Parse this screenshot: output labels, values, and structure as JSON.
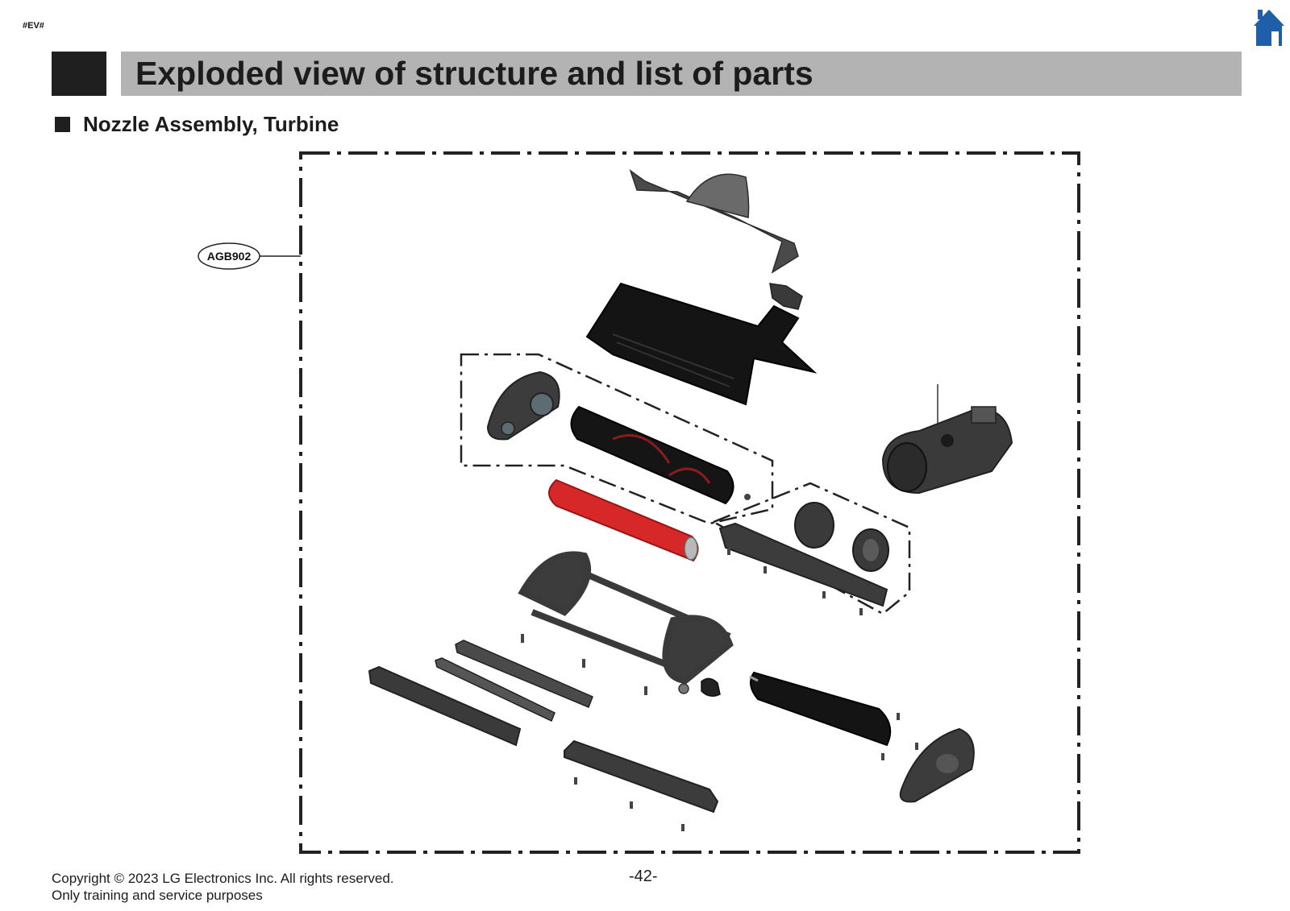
{
  "doc_code": "#EV#",
  "nav": {
    "home_icon": "home-icon"
  },
  "header": {
    "title": "Exploded view of structure and list of parts"
  },
  "section": {
    "title": "Nozzle Assembly, Turbine"
  },
  "diagram": {
    "assembly_code": "AGB902"
  },
  "footer": {
    "copyright_line1": "Copyright © 2023 LG Electronics Inc. All rights reserved.",
    "copyright_line2": "Only training and service purposes",
    "page_number": "-42-"
  },
  "colors": {
    "header_bar": "#b3b3b3",
    "header_block": "#1f1f1f",
    "home_icon": "#1f5ea8",
    "roller_red": "#d62828"
  }
}
